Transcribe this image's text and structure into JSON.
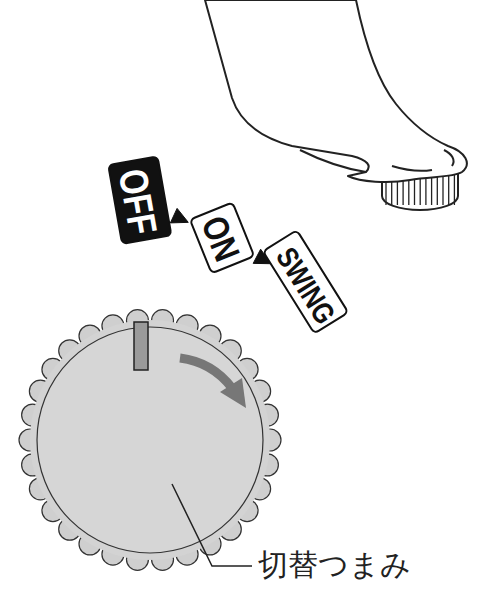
{
  "diagram": {
    "nodes": [
      {
        "text": [
          "OFF"
        ]
      },
      {
        "text": [
          "ON"
        ]
      },
      {
        "text": [
          "SWING"
        ]
      }
    ],
    "edges": [
      {
        "from": 0,
        "to": 1,
        "arrow": "to"
      },
      {
        "from": 1,
        "to": 2,
        "arrow": "to"
      }
    ],
    "labels": [
      "切替つまみ"
    ]
  }
}
